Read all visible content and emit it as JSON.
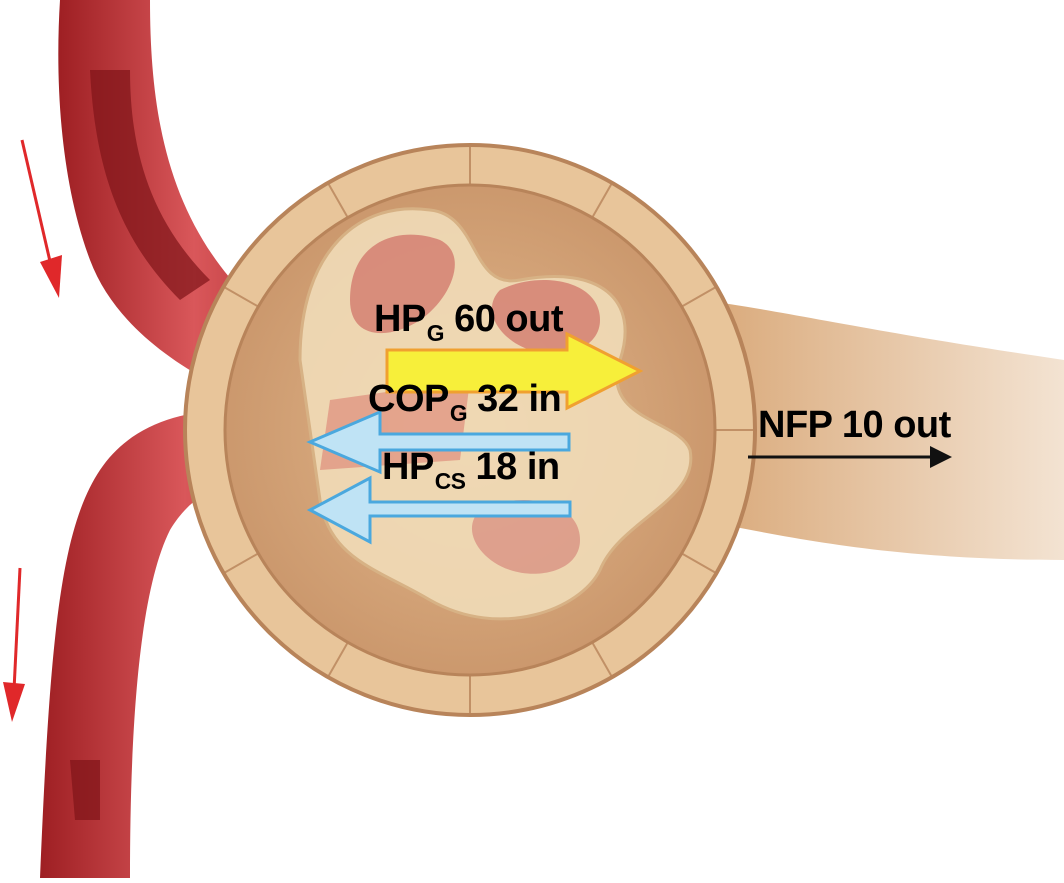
{
  "diagram": {
    "subject": "Glomerular filtration pressures in renal corpuscle",
    "labels": {
      "hpg": {
        "main": "HP",
        "sub": "G",
        "rest": " 60 out"
      },
      "copg": {
        "main": "COP",
        "sub": "G",
        "rest": " 32 in"
      },
      "hpcs": {
        "main": "HP",
        "sub": "CS",
        "rest": " 18 in"
      },
      "nfp": {
        "main": "NFP 10 out"
      }
    },
    "pressures": [
      {
        "name": "HPG",
        "value": 60,
        "direction": "out",
        "arrow_color": "#f7ef3a",
        "arrow_outline": "#f0a030"
      },
      {
        "name": "COPG",
        "value": 32,
        "direction": "in",
        "arrow_color": "#bfe3f5",
        "arrow_outline": "#4aa8de"
      },
      {
        "name": "HPCS",
        "value": 18,
        "direction": "in",
        "arrow_color": "#bfe3f5",
        "arrow_outline": "#4aa8de"
      },
      {
        "name": "NFP",
        "value": 10,
        "direction": "out",
        "arrow_color": "#111111"
      }
    ],
    "blood_flow_arrow_color": "#e0282a"
  }
}
